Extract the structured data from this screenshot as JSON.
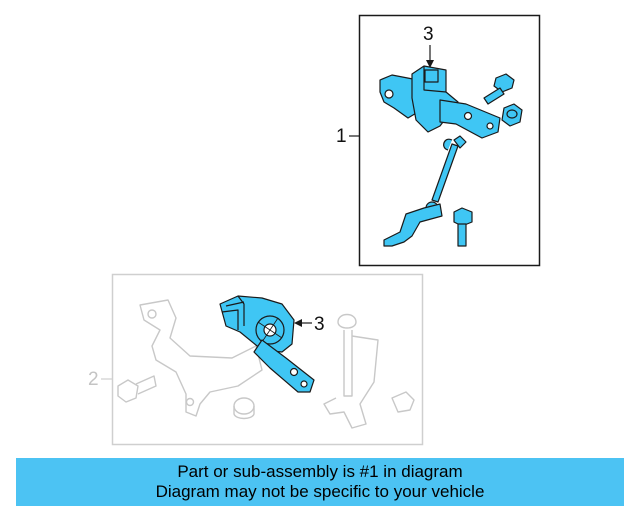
{
  "callouts": {
    "assembly_top": "1",
    "sensor_top": "3",
    "assembly_bottom": "2",
    "sensor_bottom": "3"
  },
  "banner": {
    "line1": "Part or sub-assembly is #1 in diagram",
    "line2": "Diagram may not be specific to your vehicle"
  },
  "colors": {
    "part_fill": "#3fc6f4",
    "outline": "#1a1a1a",
    "ghost": "#c8c8c8",
    "banner": "#4cc3f3"
  }
}
